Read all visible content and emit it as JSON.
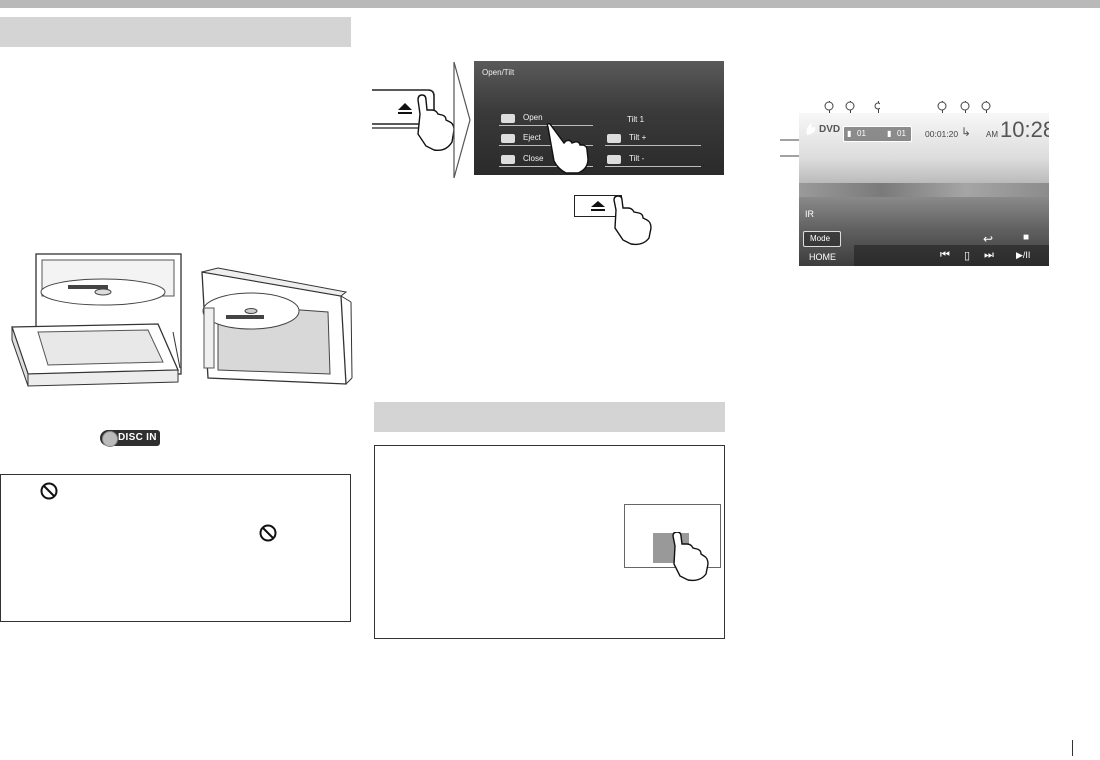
{
  "open_tilt_screen": {
    "title": "Open/Tilt",
    "open": "Open",
    "eject": "Eject",
    "close": "Close",
    "tilt1": "Tilt 1",
    "tilt_plus": "Tilt +",
    "tilt_minus": "Tilt -"
  },
  "disc_in_indicator": "DISC IN",
  "playback_screen": {
    "disc_type": "DVD",
    "play_time": "00:01:20",
    "am_pm": "AM",
    "clock": "10:28",
    "title_no": "01",
    "chapter_no": "01",
    "mode_button": "Mode",
    "home_button": "HOME",
    "ir_label": "IR"
  }
}
